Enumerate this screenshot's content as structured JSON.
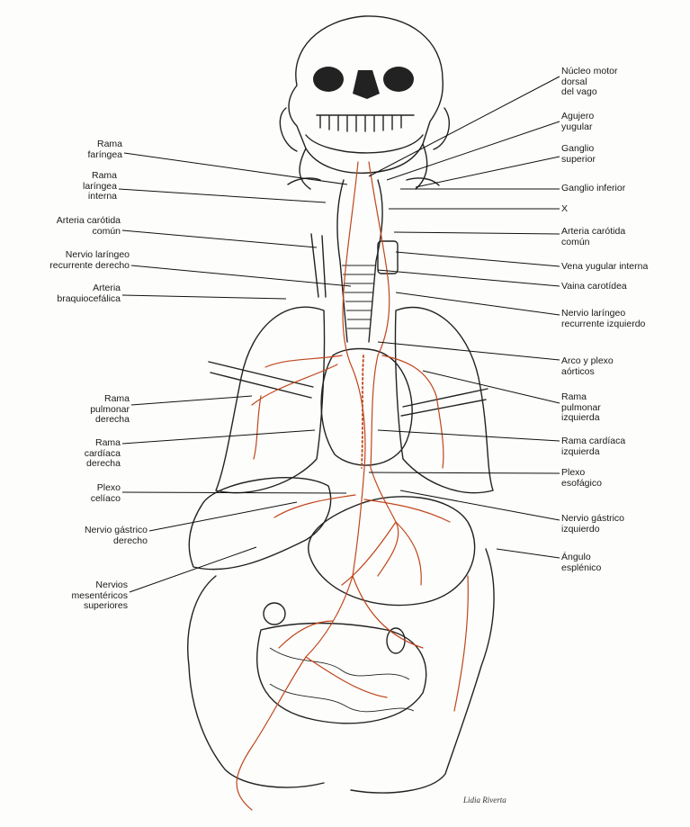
{
  "labels_left": [
    {
      "id": "rama-faringea",
      "text": "Rama\nfaríngea"
    },
    {
      "id": "rama-laringea-interna",
      "text": "Rama\nlaríngea\ninterna"
    },
    {
      "id": "arteria-carotida-comun-der",
      "text": "Arteria carótida\ncomún"
    },
    {
      "id": "nervio-laringeo-recurrente-der",
      "text": "Nervio laríngeo\nrecurrente derecho"
    },
    {
      "id": "arteria-braquiocefalica",
      "text": "Arteria\nbraquiocefálica"
    },
    {
      "id": "rama-pulmonar-der",
      "text": "Rama\npulmonar\nderecha"
    },
    {
      "id": "rama-cardiaca-der",
      "text": "Rama\ncardíaca\nderecha"
    },
    {
      "id": "plexo-celiaco",
      "text": "Plexo\ncelíaco"
    },
    {
      "id": "nervio-gastrico-der",
      "text": "Nervio gástrico\nderecho"
    },
    {
      "id": "nervios-mesentericos",
      "text": "Nervios\nmesentéricos\nsuperiores"
    }
  ],
  "labels_right": [
    {
      "id": "nucleo-motor",
      "text": "Núcleo motor\ndorsal\ndel vago"
    },
    {
      "id": "agujero-yugular",
      "text": "Agujero\nyugular"
    },
    {
      "id": "ganglio-superior",
      "text": "Ganglio\nsuperior"
    },
    {
      "id": "ganglio-inferior",
      "text": "Ganglio inferior"
    },
    {
      "id": "x",
      "text": "X"
    },
    {
      "id": "arteria-carotida-comun-izq",
      "text": "Arteria carótida\ncomún"
    },
    {
      "id": "vena-yugular-interna",
      "text": "Vena yugular interna"
    },
    {
      "id": "vaina-carotidea",
      "text": "Vaina carotídea"
    },
    {
      "id": "nervio-laringeo-recurrente-izq",
      "text": "Nervio laríngeo\nrecurrente izquierdo"
    },
    {
      "id": "arco-plexo-aorticos",
      "text": "Arco y plexo\naórticos"
    },
    {
      "id": "rama-pulmonar-izq",
      "text": "Rama\npulmonar\nizquierda"
    },
    {
      "id": "rama-cardiaca-izq",
      "text": "Rama cardíaca\nizquierda"
    },
    {
      "id": "plexo-esofagico",
      "text": "Plexo\nesofágico"
    },
    {
      "id": "nervio-gastrico-izq",
      "text": "Nervio gástrico\nizquierdo"
    },
    {
      "id": "angulo-esplenico",
      "text": "Ángulo\nesplénico"
    }
  ],
  "signature": "Lidia Riverta",
  "colors": {
    "ink": "#222222",
    "nerve": "#c0461c",
    "background": "#fdfdfb"
  }
}
